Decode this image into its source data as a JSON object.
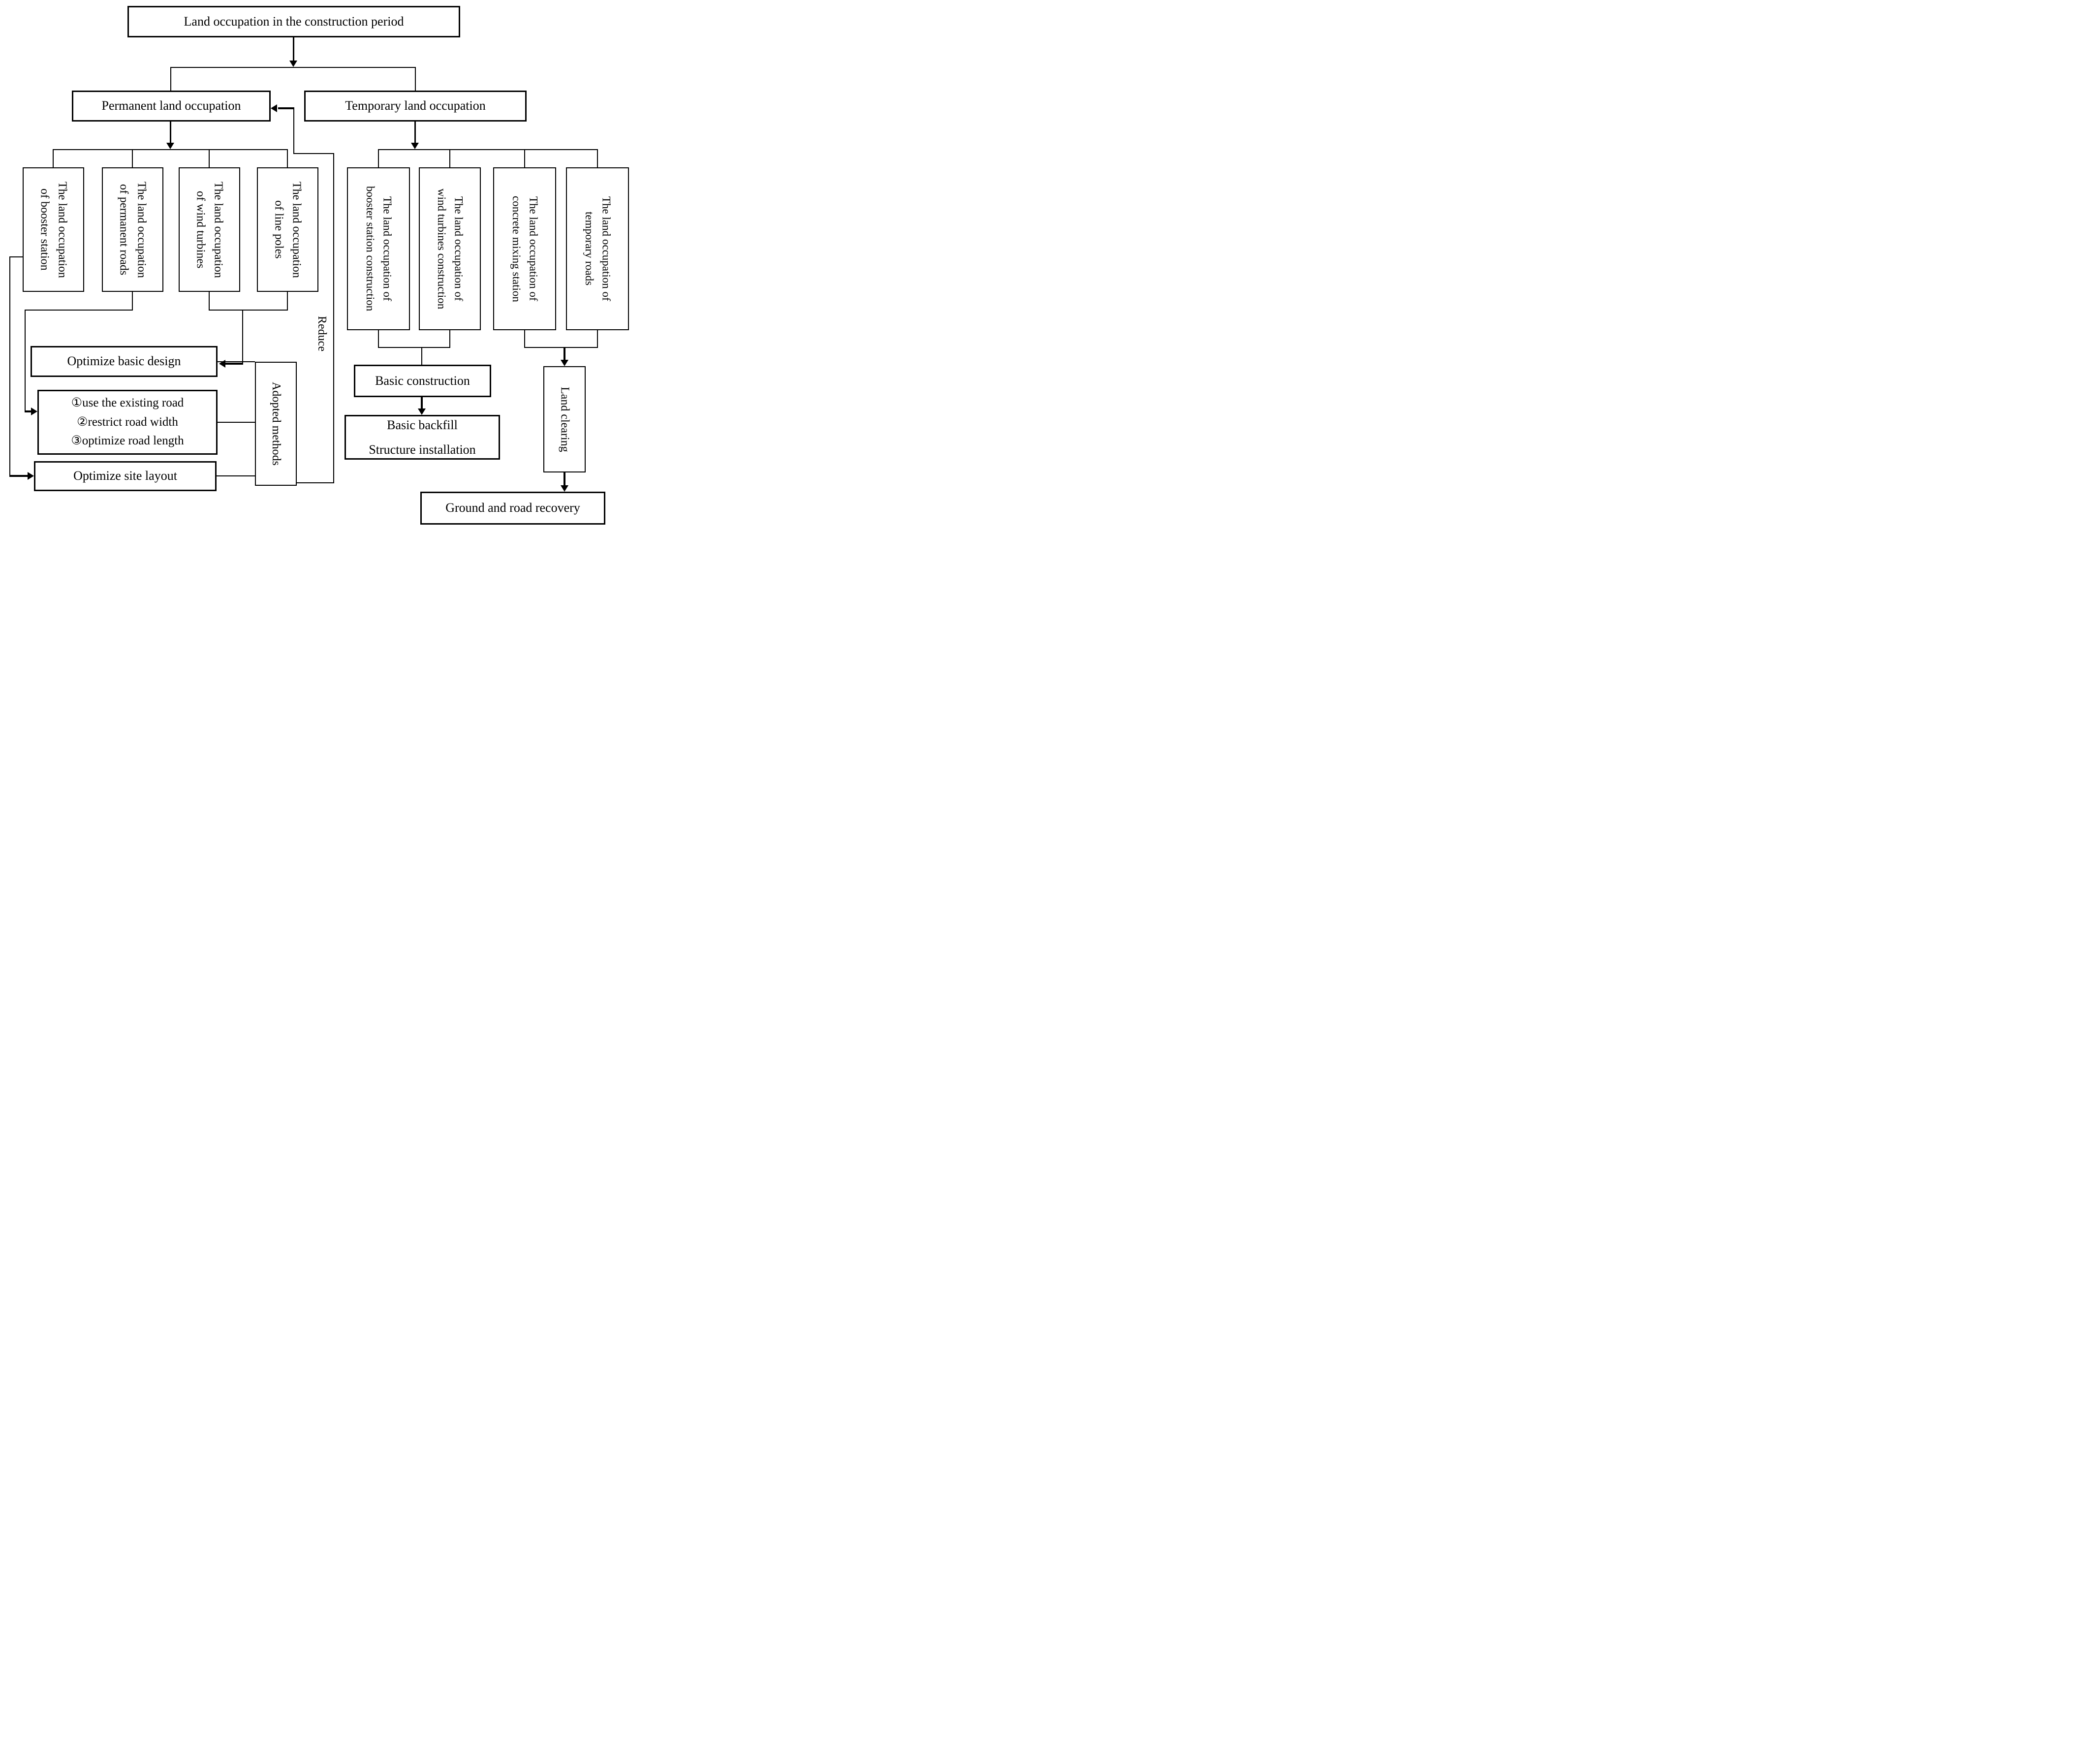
{
  "title": "Land occupation in the construction period",
  "level2": {
    "permanent": "Permanent land occupation",
    "temporary": "Temporary land occupation"
  },
  "permanent_items": [
    "The land occupation\nof booster station",
    "The land occupation\nof permanent roads",
    "The land occupation\nof wind turbines",
    "The land occupation\nof line poles"
  ],
  "temporary_items": [
    "The land occupation of\nbooster station construction",
    "The land occupation of\nwind turbines construction",
    "The land occupation of\nconcrete mixing station",
    "The land occupation of\ntemporary roads"
  ],
  "measures": {
    "optimize_basic_design": "Optimize basic design",
    "road_methods": "①use the existing road\n②restrict road width\n③optimize road length",
    "optimize_site_layout": "Optimize site layout",
    "adopted_methods": "Adopted methods",
    "reduce_label": "Reduce"
  },
  "temporary_flow": {
    "basic_construction": "Basic construction",
    "basic_backfill": "Basic backfill\nStructure installation",
    "land_clearing": "Land clearing",
    "ground_recovery": "Ground and road recovery"
  }
}
